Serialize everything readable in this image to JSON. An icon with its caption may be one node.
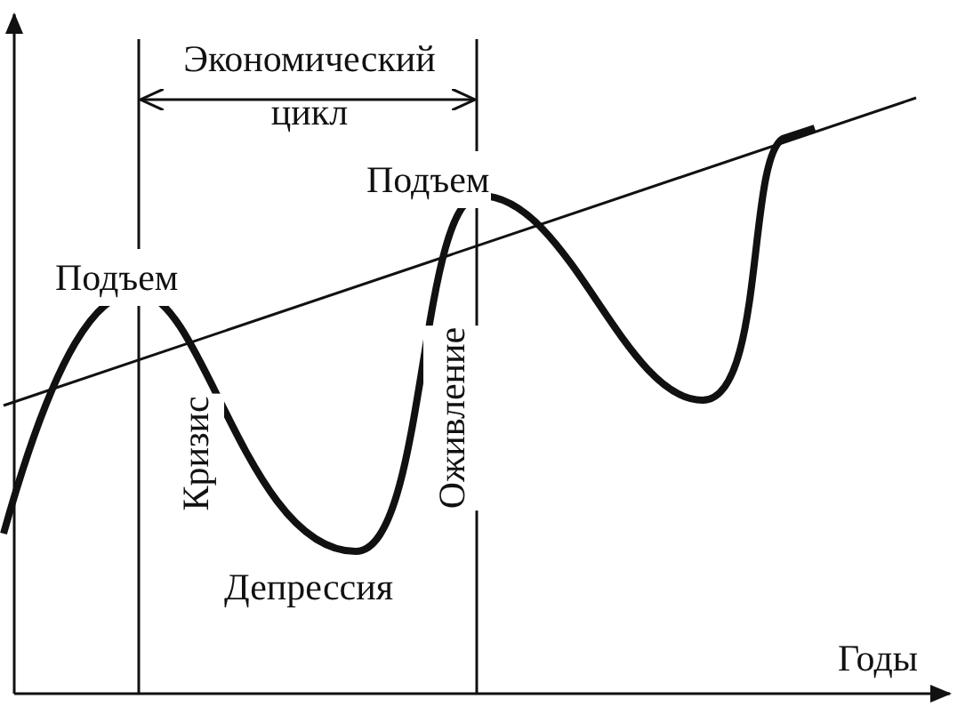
{
  "diagram": {
    "labels": [
      "Экономический цикл",
      "Подъем",
      "Подъем",
      "Кризис",
      "Оживление",
      "Депрессия",
      "Годы"
    ]
  }
}
